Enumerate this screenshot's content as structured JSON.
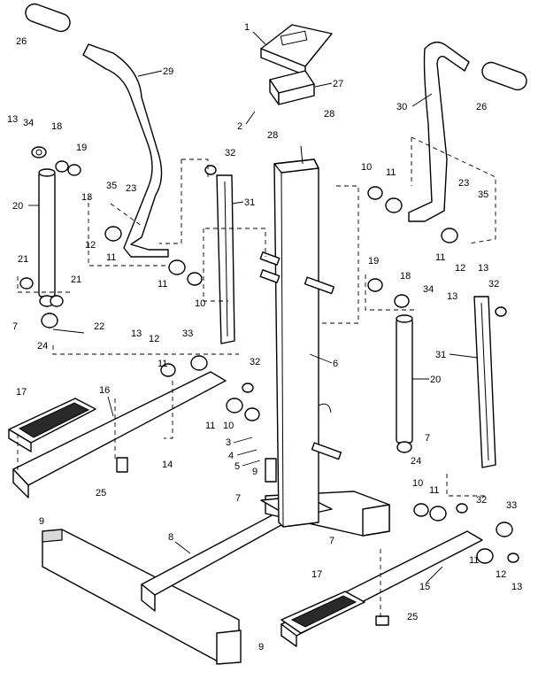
{
  "labels": [
    "1",
    "2",
    "3",
    "4",
    "5",
    "6",
    "7",
    "8",
    "9",
    "10",
    "11",
    "12",
    "13",
    "14",
    "15",
    "16",
    "17",
    "18",
    "19",
    "20",
    "21",
    "22",
    "23",
    "24",
    "25",
    "26",
    "27",
    "28",
    "29",
    "30",
    "31",
    "32",
    "33",
    "34",
    "35"
  ]
}
